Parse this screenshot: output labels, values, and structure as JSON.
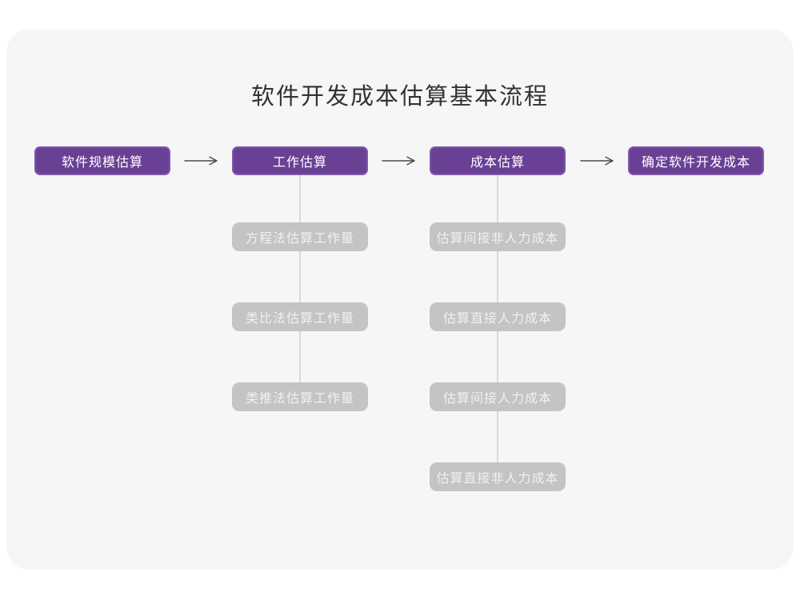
{
  "diagram": {
    "title": "软件开发成本估算基本流程",
    "flow_nodes": [
      {
        "label": "软件规模估算"
      },
      {
        "label": "工作估算"
      },
      {
        "label": "成本估算"
      },
      {
        "label": "确定软件开发成本"
      }
    ],
    "work_branch": {
      "parent": "工作估算",
      "items": [
        {
          "label": "方程法估算工作量"
        },
        {
          "label": "类比法估算工作量"
        },
        {
          "label": "类推法估算工作量"
        }
      ]
    },
    "cost_branch": {
      "parent": "成本估算",
      "items": [
        {
          "label": "估算间接非人力成本"
        },
        {
          "label": "估算直接人力成本"
        },
        {
          "label": "估算间接人力成本"
        },
        {
          "label": "估算直接非人力成本"
        }
      ]
    },
    "colors": {
      "node_fill": "#6a4095",
      "node_border": "#7f58ab",
      "node_text": "#ffffff",
      "sub_node_fill": "#c4c4c4",
      "sub_node_text": "#f2f0f0",
      "connector": "#d9d9d9",
      "arrow": "#4a4a4a",
      "canvas": "#f6f6f6",
      "title_text": "#333333"
    }
  }
}
